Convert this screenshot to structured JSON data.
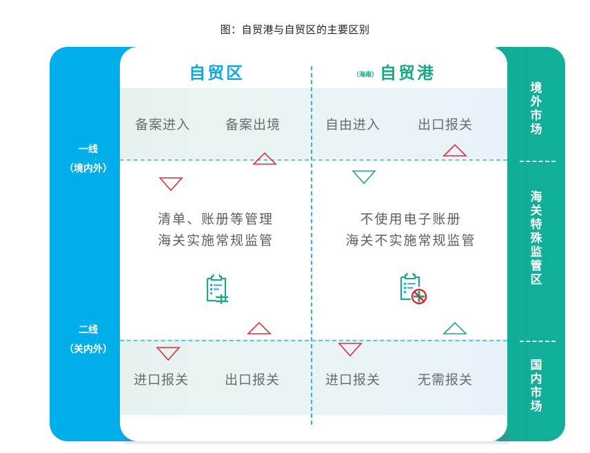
{
  "title": "图：自贸港与自贸区的主要区别",
  "left_axis": {
    "line1": {
      "name": "一线",
      "sub": "（境内外）"
    },
    "line2": {
      "name": "二线",
      "sub": "（关内外）"
    }
  },
  "right_axis": {
    "zones": [
      "境外市场",
      "海关特殊监管区",
      "国内市场"
    ]
  },
  "columns": {
    "ftz": {
      "title": "自贸区",
      "top": [
        "备案进入",
        "备案出境"
      ],
      "middle": [
        "清单、账册等管理",
        "海关实施常规监管"
      ],
      "bottom": [
        "进口报关",
        "出口报关"
      ],
      "icon": "clipboard-list-icon"
    },
    "ftp": {
      "prefix": "（海南）",
      "title": "自贸港",
      "top": [
        "自由进入",
        "出口报关"
      ],
      "middle": [
        "不使用电子账册",
        "海关不实施常规监管"
      ],
      "bottom": [
        "进口报关",
        "无需报关"
      ],
      "icon": "clipboard-prohibited-icon"
    }
  },
  "colors": {
    "blue": "#00aeea",
    "teal": "#12ad96",
    "red": "#d8303a",
    "green_arrow": "#1aa786",
    "text_gray": "#6b6b6b"
  }
}
